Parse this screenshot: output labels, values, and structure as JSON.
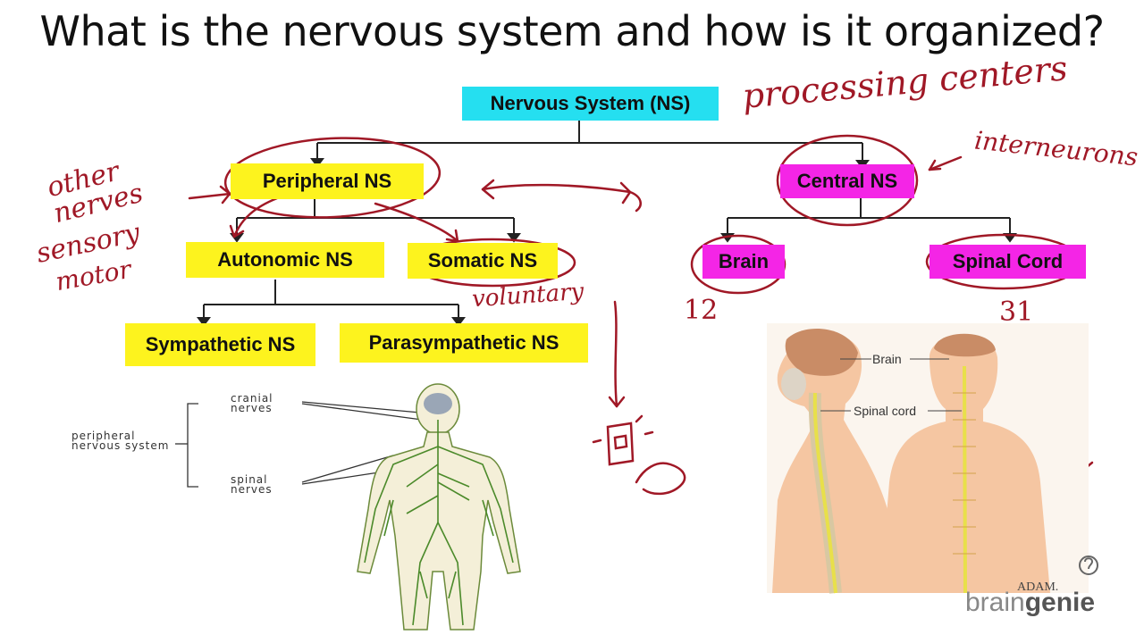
{
  "title": "What is the nervous system and how is it organized?",
  "nodes": {
    "ns": "Nervous System (NS)",
    "peripheral": "Peripheral NS",
    "central": "Central NS",
    "autonomic": "Autonomic NS",
    "somatic": "Somatic NS",
    "brain": "Brain",
    "spinal": "Spinal Cord",
    "sympathetic": "Sympathetic NS",
    "parasympathetic": "Parasympathetic NS"
  },
  "annotations": {
    "processing": "processing centers",
    "interneurons": "interneurons",
    "other_nerves": "other nerves",
    "sensory": "sensory",
    "motor": "motor",
    "voluntary": "voluntary",
    "brain_count": "12",
    "spinal_count": "31"
  },
  "left_figure": {
    "pns_label": "peripheral nervous system",
    "cranial": "cranial nerves",
    "spinal": "spinal nerves"
  },
  "right_figure": {
    "brain": "Brain",
    "spinal_cord": "Spinal cord"
  },
  "logo": {
    "adam": "ADAM.",
    "brain": "brain",
    "genie": "genie"
  },
  "colors": {
    "cyan": "#25dff0",
    "yellow": "#fdf31e",
    "magenta": "#f425e6",
    "ink": "#a01826"
  }
}
